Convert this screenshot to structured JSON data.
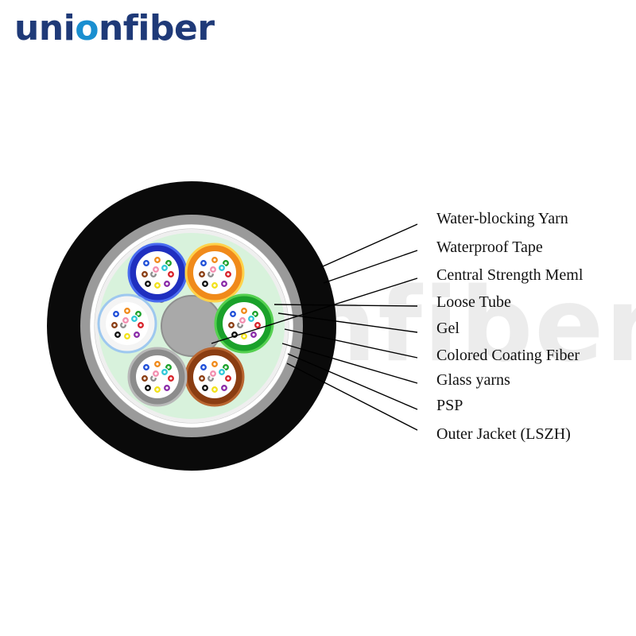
{
  "brand": {
    "name": "unionfiber",
    "name_before_mark": "uni",
    "name_mark": "o",
    "name_after_mark": "nfiber",
    "primary_color": "#1f3a78",
    "accent_color": "#1a8fd0"
  },
  "watermark": {
    "text": "unionfiber"
  },
  "callouts": [
    {
      "label": "Water-blocking Yarn"
    },
    {
      "label": "Waterproof Tape"
    },
    {
      "label": "Central Strength Meml"
    },
    {
      "label": "Loose Tube"
    },
    {
      "label": "Gel"
    },
    {
      "label": "Colored Coating Fiber"
    },
    {
      "label": "Glass yarns"
    },
    {
      "label": "PSP"
    },
    {
      "label": "Outer Jacket (LSZH)"
    }
  ],
  "cable": {
    "outer_jacket_color": "#0a0a0a",
    "psp_color": "#9a9a9a",
    "core_gel_color": "#d8f2dc",
    "central_member_color": "#a9a9a9",
    "tubes": [
      {
        "name": "blue-tube",
        "color": "#1f2fbf",
        "highlight": "#4a6cf0"
      },
      {
        "name": "orange-tube",
        "color": "#f08a1a",
        "highlight": "#ffd24a"
      },
      {
        "name": "green-tube",
        "color": "#1aa12a",
        "highlight": "#55d050"
      },
      {
        "name": "brown-tube",
        "color": "#8a3d12",
        "highlight": "#b86530"
      },
      {
        "name": "grey-tube",
        "color": "#8c8c8c",
        "highlight": "#b8b8b8"
      },
      {
        "name": "white-tube",
        "color": "#f4f4f4",
        "highlight": "#9ec8ef"
      }
    ],
    "fiber_colors": [
      "#1f4fd8",
      "#f08a1a",
      "#1aa12a",
      "#8a3d12",
      "#8c8c8c",
      "#ffffff",
      "#d8232a",
      "#111111",
      "#f2e21a",
      "#8a2ba8",
      "#f28fb0",
      "#30c8d8"
    ]
  }
}
